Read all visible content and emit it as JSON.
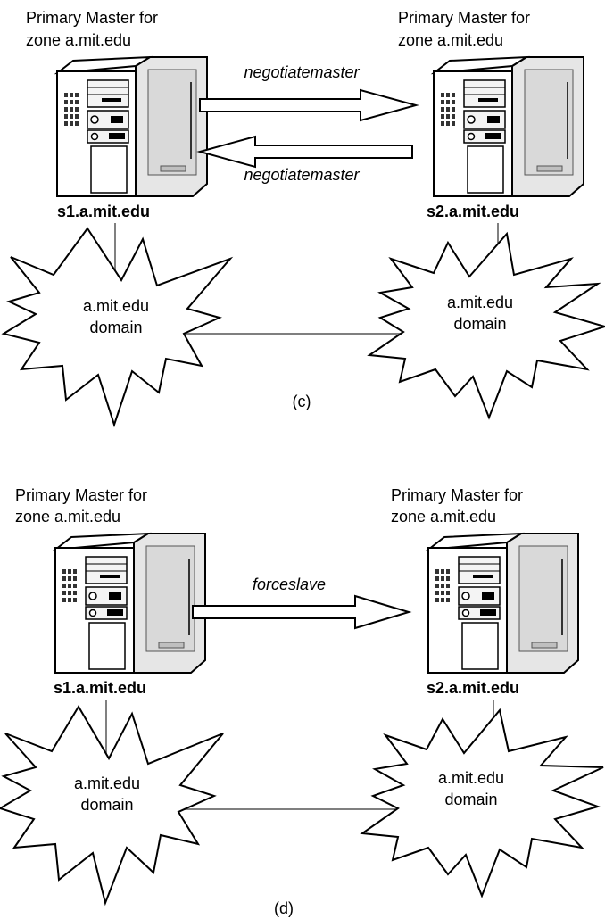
{
  "panels": [
    {
      "id": "c",
      "left_server": {
        "title_line1": "Primary Master for",
        "title_line2": "zone a.mit.edu",
        "hostname": "s1.a.mit.edu"
      },
      "right_server": {
        "title_line1": "Primary Master for",
        "title_line2": "zone a.mit.edu",
        "hostname": "s2.a.mit.edu"
      },
      "arrow_top_label": "negotiatemaster",
      "arrow_bottom_label": "negotiatemaster",
      "left_cloud": {
        "line1": "a.mit.edu",
        "line2": "domain"
      },
      "right_cloud": {
        "line1": "a.mit.edu",
        "line2": "domain"
      },
      "caption": "(c)"
    },
    {
      "id": "d",
      "left_server": {
        "title_line1": "Primary Master for",
        "title_line2": "zone a.mit.edu",
        "hostname": "s1.a.mit.edu"
      },
      "right_server": {
        "title_line1": "Primary Master for",
        "title_line2": "zone a.mit.edu",
        "hostname": "s2.a.mit.edu"
      },
      "arrow_label": "forceslave",
      "left_cloud": {
        "line1": "a.mit.edu",
        "line2": "domain"
      },
      "right_cloud": {
        "line1": "a.mit.edu",
        "line2": "domain"
      },
      "caption": "(d)"
    }
  ]
}
